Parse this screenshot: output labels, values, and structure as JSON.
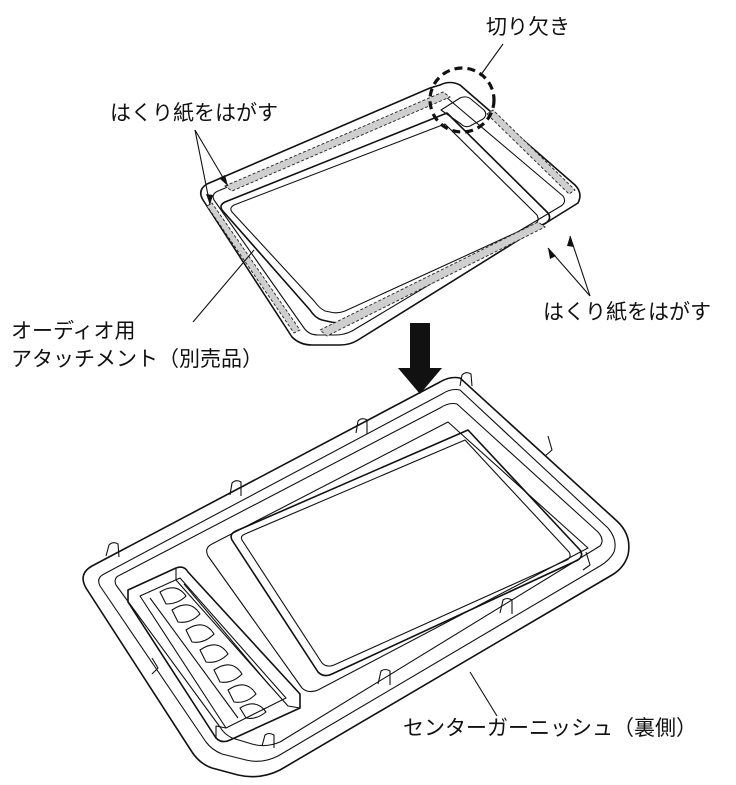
{
  "labels": {
    "notch": "切り欠き",
    "peel_left": "はくり紙をはがす",
    "peel_right": "はくり紙をはがす",
    "attachment_line1": "オーディオ用",
    "attachment_line2": "アタッチメント（別売品）",
    "garnish": "センターガーニッシュ（裏側）"
  }
}
